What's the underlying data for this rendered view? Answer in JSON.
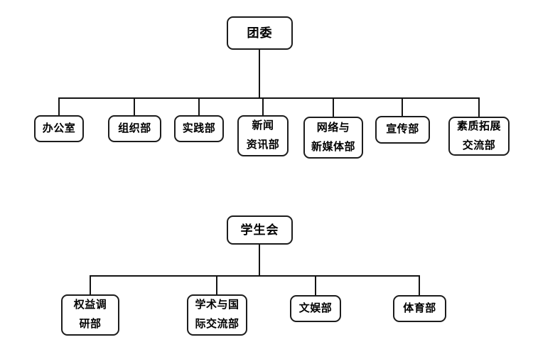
{
  "colors": {
    "background": "#ffffff",
    "line": "#141414",
    "node_border": "#1c1c1c",
    "node_fill": "#ffffff",
    "text": "#000000"
  },
  "charts": [
    {
      "name": "youth-league-committee",
      "root": {
        "label": "团委"
      },
      "children": [
        {
          "label": "办公室"
        },
        {
          "label": "组织部"
        },
        {
          "label": "实践部"
        },
        {
          "label": "新闻\n资讯部"
        },
        {
          "label": "网络与\n新媒体部"
        },
        {
          "label": "宣传部"
        },
        {
          "label": "素质拓展\n交流部"
        }
      ]
    },
    {
      "name": "student-union",
      "root": {
        "label": "学生会"
      },
      "children": [
        {
          "label": "权益调\n研部"
        },
        {
          "label": "学术与国\n际交流部"
        },
        {
          "label": "文娱部"
        },
        {
          "label": "体育部"
        }
      ]
    }
  ]
}
